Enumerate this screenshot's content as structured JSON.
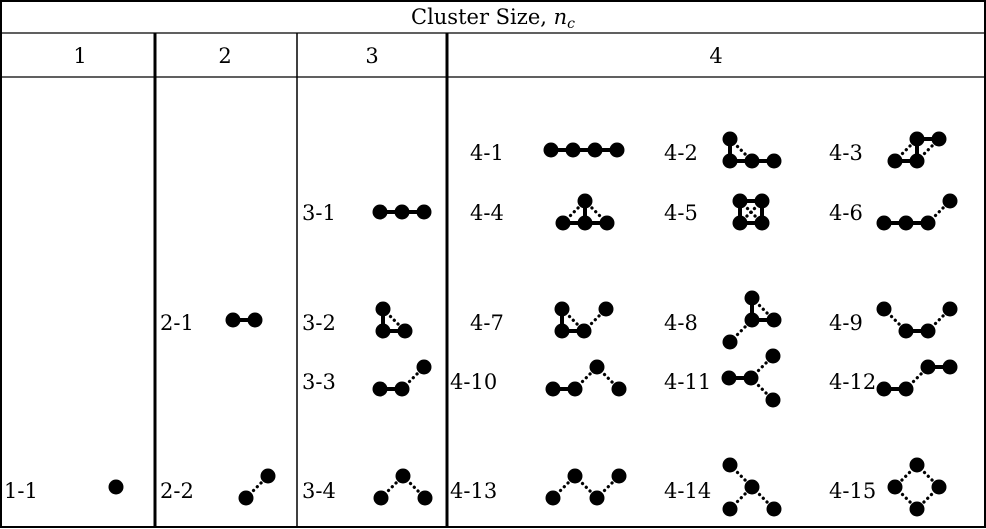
{
  "title": {
    "text": "Cluster Size, ",
    "var": "n",
    "sub": "c"
  },
  "columns": [
    "1",
    "2",
    "3",
    "4"
  ],
  "clusters": [
    {
      "label": "1-1",
      "shape": "monomer"
    },
    {
      "label": "2-1",
      "shape": "dimer-nn"
    },
    {
      "label": "2-2",
      "shape": "dimer-nnn"
    },
    {
      "label": "3-1",
      "shape": "trimer-line"
    },
    {
      "label": "3-2",
      "shape": "trimer-L"
    },
    {
      "label": "3-3",
      "shape": "trimer-bond-diag"
    },
    {
      "label": "3-4",
      "shape": "trimer-diag-V"
    },
    {
      "label": "4-1",
      "shape": "tetramer-line"
    },
    {
      "label": "4-2",
      "shape": "tetramer-L-long"
    },
    {
      "label": "4-3",
      "shape": "tetramer-Z"
    },
    {
      "label": "4-4",
      "shape": "tetramer-T"
    },
    {
      "label": "4-5",
      "shape": "tetramer-square"
    },
    {
      "label": "4-6",
      "shape": "tetramer-line-diag"
    },
    {
      "label": "4-7",
      "shape": "tetramer-L-diag"
    },
    {
      "label": "4-8",
      "shape": "tetramer-L-diag-low"
    },
    {
      "label": "4-9",
      "shape": "tetramer-valley"
    },
    {
      "label": "4-10",
      "shape": "tetramer-bond-peak"
    },
    {
      "label": "4-11",
      "shape": "tetramer-bond-fork"
    },
    {
      "label": "4-12",
      "shape": "tetramer-bond-diag-bond"
    },
    {
      "label": "4-13",
      "shape": "tetramer-zigzag"
    },
    {
      "label": "4-14",
      "shape": "tetramer-cross"
    },
    {
      "label": "4-15",
      "shape": "tetramer-diamond"
    }
  ]
}
